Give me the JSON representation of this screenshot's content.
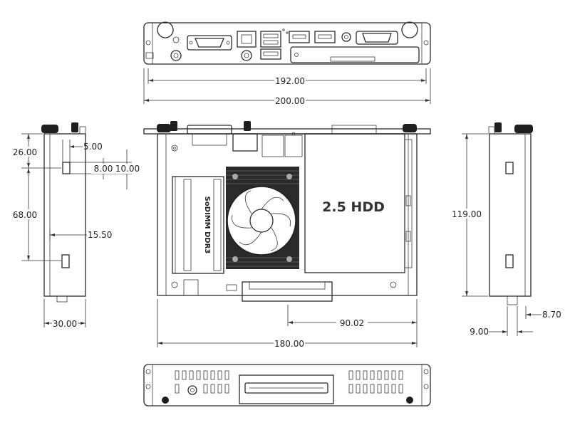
{
  "labels": {
    "hdd": "2.5 HDD",
    "sodimm": "SoDIMM  DDR3"
  },
  "dimensions": {
    "front_inner_width": "192.00",
    "front_outer_width": "200.00",
    "top_width": "180.00",
    "top_offset": "90.02",
    "left_top_offset": "26.00",
    "left_small_offset": "5.00",
    "left_slot_height": "8.00",
    "left_slot_gap": "10.00",
    "left_middle_height": "68.00",
    "left_lower_offset": "15.50",
    "left_depth": "30.00",
    "right_height": "119.00",
    "right_pin_offset": "8.70",
    "right_pin_width": "9.00"
  }
}
